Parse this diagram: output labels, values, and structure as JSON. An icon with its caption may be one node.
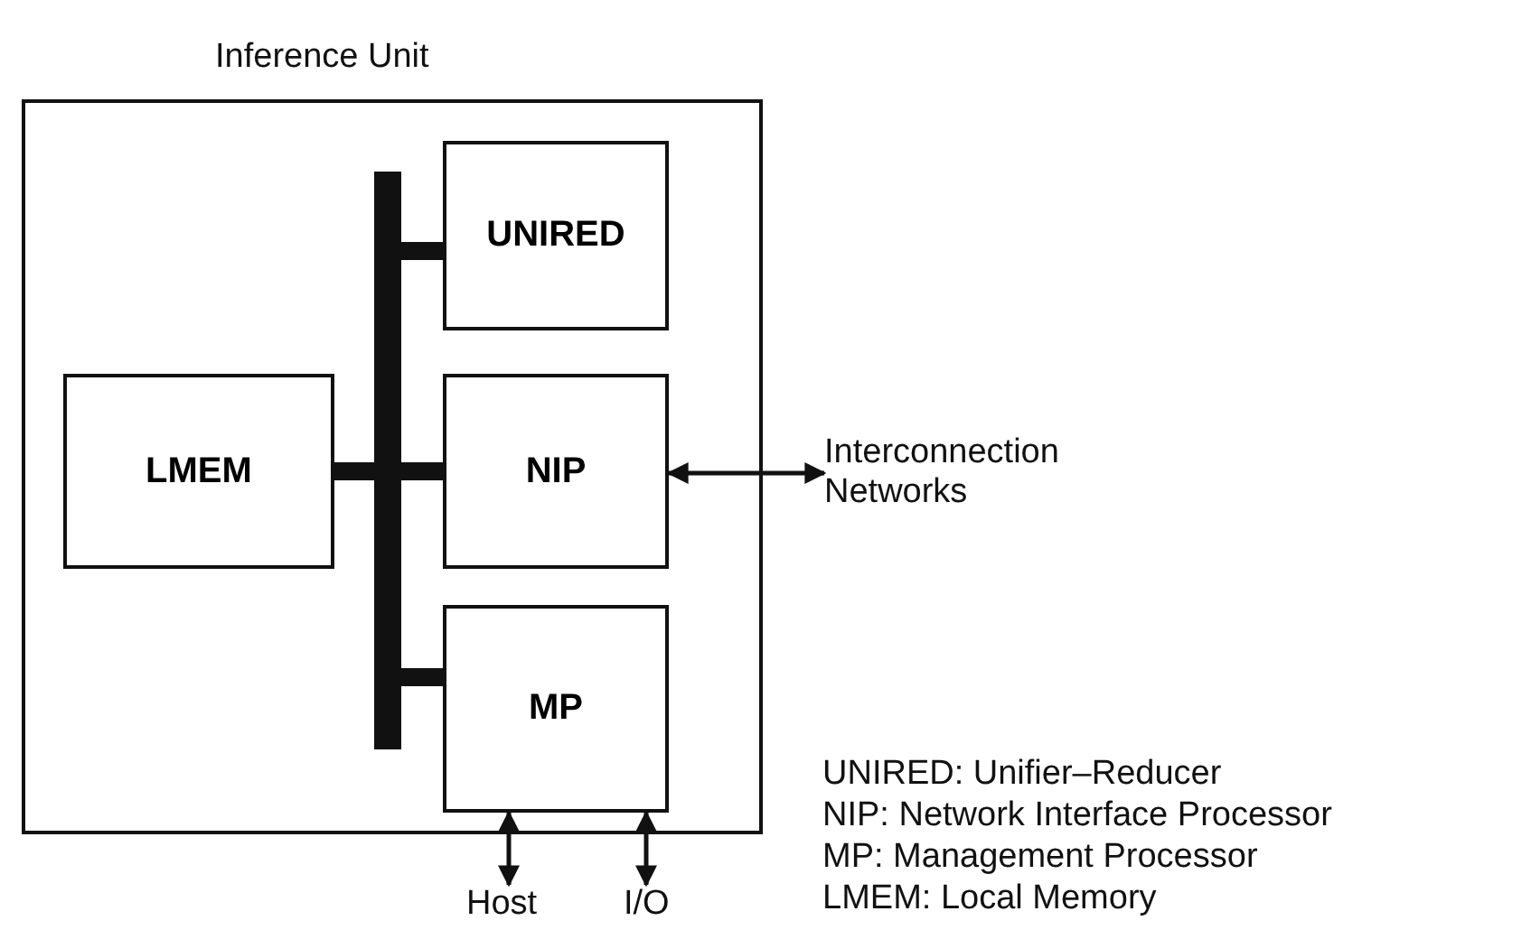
{
  "diagram": {
    "nodes": [
      {
        "text": [
          "Inference Unit"
        ]
      },
      {
        "text": [
          "UNIRED"
        ],
        "in": 0
      },
      {
        "text": [
          "LMEM"
        ],
        "in": 0
      },
      {
        "text": [
          "NIP"
        ],
        "in": 0
      },
      {
        "text": [
          "MP"
        ],
        "in": 0
      },
      {
        "text": [],
        "shape": "bar",
        "in": 0
      },
      {
        "text": [
          "Interconnection Networks"
        ]
      },
      {
        "text": [
          "Host"
        ]
      },
      {
        "text": [
          "I/O"
        ]
      }
    ],
    "edges": [
      {
        "from": 5,
        "to": 1,
        "arrow": "none"
      },
      {
        "from": 2,
        "to": 5,
        "arrow": "none"
      },
      {
        "from": 5,
        "to": 3,
        "arrow": "none"
      },
      {
        "from": 5,
        "to": 4,
        "arrow": "none"
      },
      {
        "from": 3,
        "to": 6,
        "arrow": "both"
      },
      {
        "from": 4,
        "to": 7,
        "arrow": "both"
      },
      {
        "from": 4,
        "to": 8,
        "arrow": "both"
      }
    ],
    "labels": [
      "UNIRED: Unifier–Reducer",
      "NIP: Network Interface Processor",
      "MP: Management Processor",
      "LMEM: Local Memory"
    ]
  }
}
